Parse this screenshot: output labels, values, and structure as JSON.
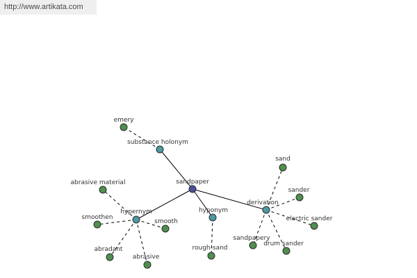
{
  "url": "http://www.artikata.com",
  "colors": {
    "center": "#4a4f9a",
    "relation": "#4c9aa2",
    "word": "#4f8f4f"
  },
  "graph": {
    "center": {
      "id": "sandpaper",
      "label": "sandpaper",
      "kind": "center"
    },
    "relations": [
      {
        "id": "substance-holonym",
        "label": "substance holonym",
        "kind": "relation",
        "words": [
          {
            "id": "emery",
            "label": "emery"
          }
        ]
      },
      {
        "id": "hypernym",
        "label": "hypernym",
        "kind": "relation",
        "words": [
          {
            "id": "abrasive-material",
            "label": "abrasive material"
          },
          {
            "id": "smoothen",
            "label": "smoothen"
          },
          {
            "id": "smooth",
            "label": "smooth"
          },
          {
            "id": "abradant",
            "label": "abradant"
          },
          {
            "id": "abrasive",
            "label": "abrasive"
          }
        ]
      },
      {
        "id": "hyponym",
        "label": "hyponym",
        "kind": "relation",
        "words": [
          {
            "id": "rough-sand",
            "label": "rough-sand"
          }
        ]
      },
      {
        "id": "derivation",
        "label": "derivation",
        "kind": "relation",
        "words": [
          {
            "id": "sand",
            "label": "sand"
          },
          {
            "id": "sander",
            "label": "sander"
          },
          {
            "id": "electric-sander",
            "label": "electric sander"
          },
          {
            "id": "sandpapery",
            "label": "sandpapery"
          },
          {
            "id": "drum-sander",
            "label": "drum sander"
          }
        ]
      }
    ]
  }
}
